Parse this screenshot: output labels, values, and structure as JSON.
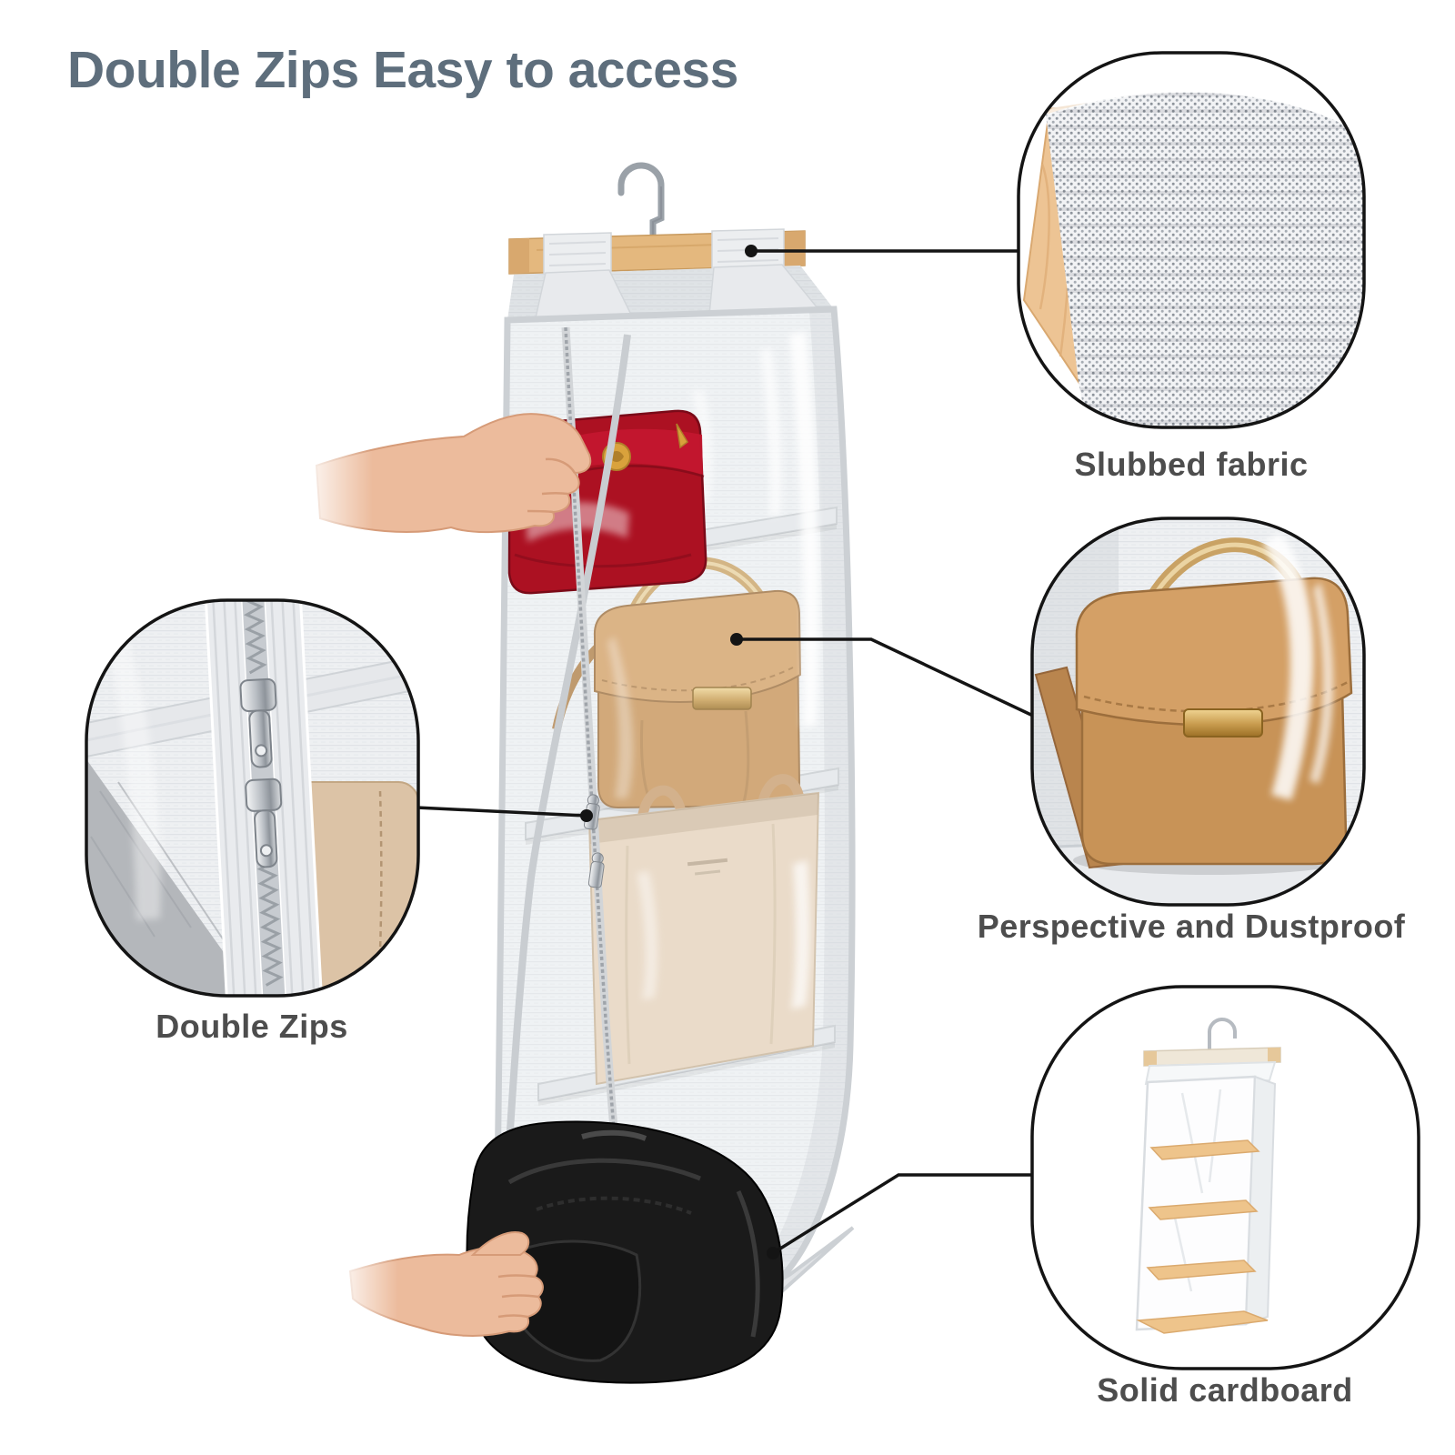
{
  "title": {
    "text": "Double Zips Easy to access"
  },
  "insets": {
    "slubbed_fabric": {
      "label": "Slubbed fabric"
    },
    "perspective_dustproof": {
      "label": "Perspective and Dustproof"
    },
    "double_zips": {
      "label": "Double Zips"
    },
    "solid_cardboard": {
      "label": "Solid cardboard"
    }
  },
  "colors": {
    "title_text": "#5e6e7c",
    "label_text": "#4d4d4d",
    "callout_line": "#141414",
    "hanger_wood": "#e4b87e",
    "fabric_gray": "#eef0f2",
    "red_purse": "#ac1122",
    "tan_handbag": "#c89357",
    "tan_handbag_flap": "#d4a066",
    "beige_tote": "#e7d3bb",
    "black_backpack": "#1a1a1a",
    "cardboard_shelf": "#eec48b"
  }
}
